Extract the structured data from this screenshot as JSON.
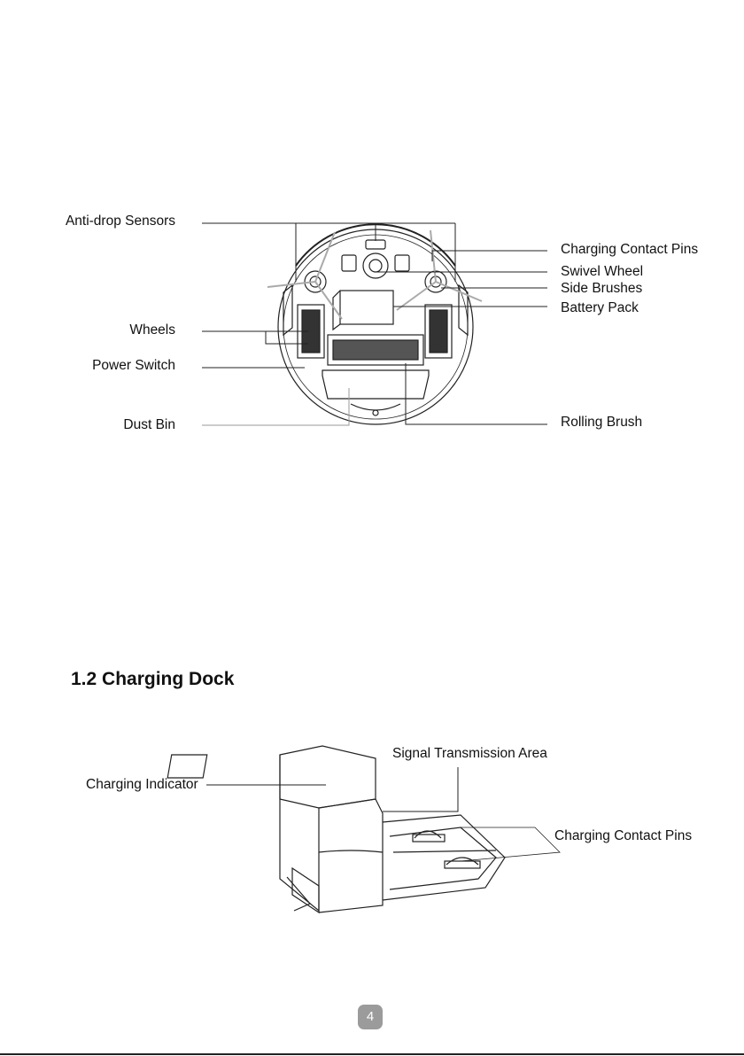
{
  "robot_labels": {
    "anti_drop": "Anti-drop Sensors",
    "wheels": "Wheels",
    "power": "Power Switch",
    "dust_bin": "Dust Bin",
    "charging_pins": "Charging Contact Pins",
    "swivel": "Swivel Wheel",
    "side_brushes": "Side Brushes",
    "battery": "Battery Pack",
    "rolling_brush": "Rolling Brush"
  },
  "section_title": "1.2 Charging Dock",
  "dock_labels": {
    "indicator": "Charging Indicator",
    "signal": "Signal Transmission Area",
    "pins": "Charging Contact Pins"
  },
  "page_number": "4"
}
